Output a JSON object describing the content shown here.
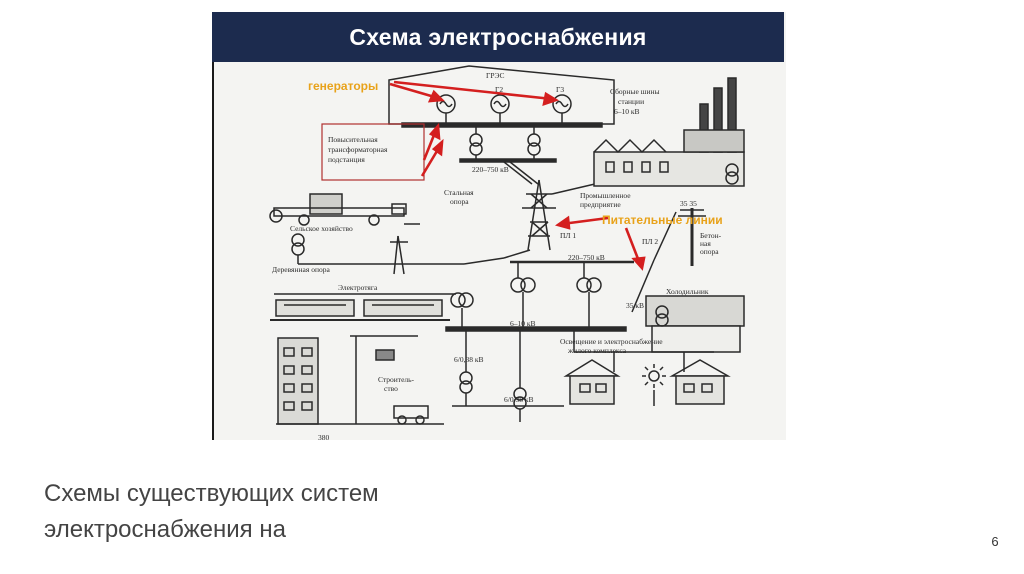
{
  "slide": {
    "title": "Схема электроснабжения",
    "caption_line1": "Схемы существующих систем",
    "caption_line2": "электроснабжения на",
    "page_number": "6"
  },
  "diagram": {
    "labels": {
      "gres": "ГРЭС",
      "g2": "Г2",
      "g3": "Г3",
      "busbars": [
        "Сборные шины",
        "станции",
        "6–10 кВ"
      ],
      "step_up": [
        "Повысительная",
        "трансформаторная",
        "подстанция"
      ],
      "hv_top": "220–750 кВ",
      "steel_tower": [
        "Стальная",
        "опора"
      ],
      "industry": [
        "Промышленное",
        "предприятие"
      ],
      "insulators": "35   35",
      "agriculture": "Сельское хозяйство",
      "pl1": "ПЛ 1",
      "pl2": "ПЛ 2",
      "concrete_pole": [
        "Бетон-",
        "ная",
        "опора"
      ],
      "wooden_pole": "Деревянная опора",
      "hv_mid": "220–750 кВ",
      "electric_traction": "Электротяга",
      "fridge": "Холодильник",
      "kv35": "35 кВ",
      "kv6_10": "6–10 кВ",
      "lighting": [
        "Освещение и электроснабжение",
        "жилого комплекса"
      ],
      "kv_low_1": "6/0,38 кВ",
      "kv_low_2": "6/0,38 кВ",
      "construction": [
        "Строитель-",
        "ство"
      ],
      "bottom_num": "380"
    },
    "annotations": {
      "generators": "генераторы",
      "feeders": "Питательные линии"
    },
    "colors": {
      "annotation_text": "#e8a21a",
      "arrow": "#d41f1f",
      "banner": "#1c2b4e",
      "ink": "#2a2a2a"
    }
  }
}
